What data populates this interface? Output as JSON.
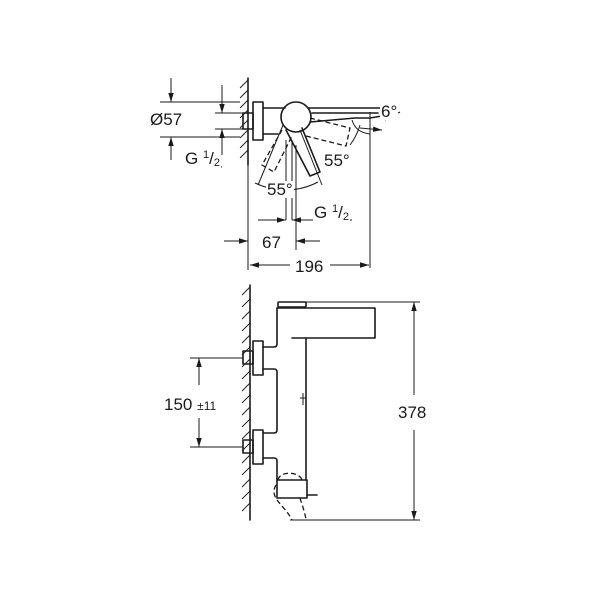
{
  "drawing": {
    "title": "Wall-mounted bath/shower mixer dimension drawing",
    "top_view": {
      "diameter_label": "Ø57",
      "thread_top_left": {
        "main": "G",
        "num": "1",
        "den": "2"
      },
      "thread_bottom": {
        "main": "G",
        "num": "1",
        "den": "2"
      },
      "angle_spout": "6°",
      "angle_lever_right": "55°",
      "angle_lever_left": "55°",
      "dim_offset": "67",
      "dim_depth": "196"
    },
    "side_view": {
      "dim_centers": "150",
      "dim_centers_tol": "±11",
      "dim_height": "378"
    },
    "colors": {
      "line": "#1a1a1a",
      "background": "#ffffff"
    }
  }
}
